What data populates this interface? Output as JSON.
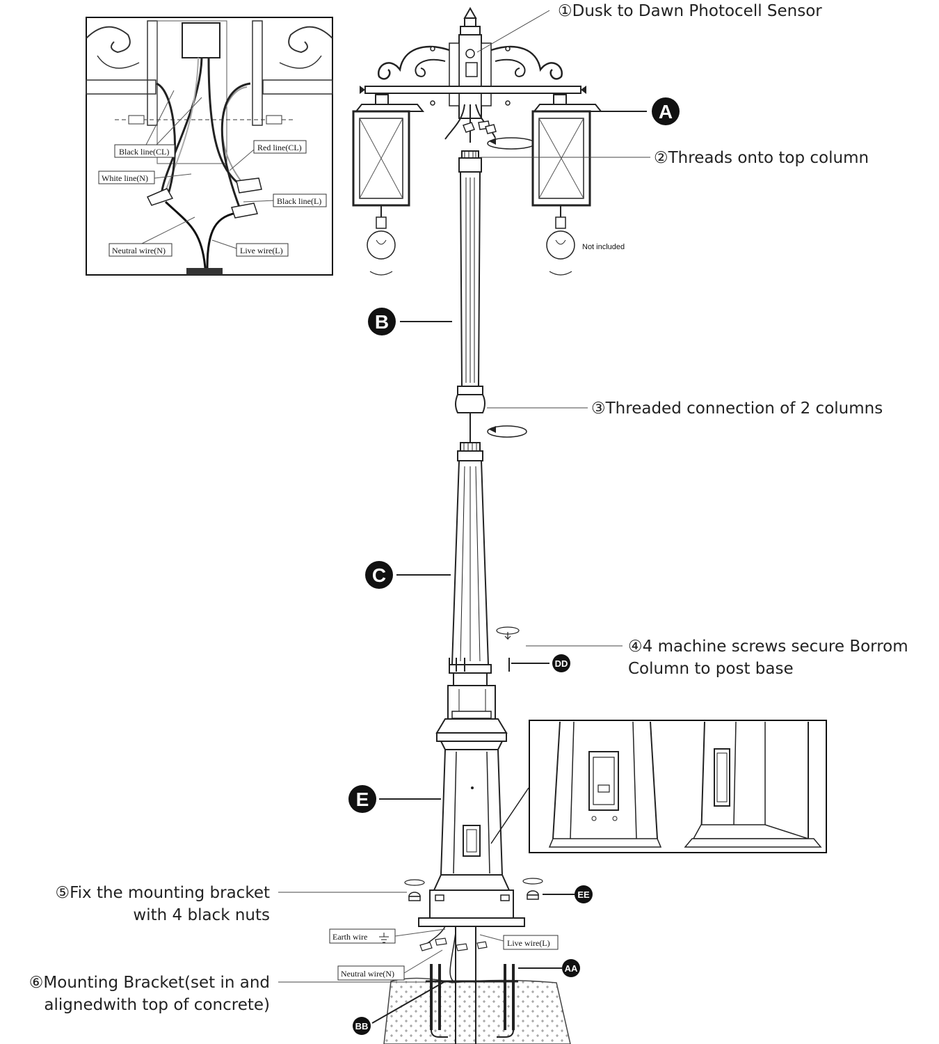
{
  "steps": {
    "s1": "①Dusk to Dawn Photocell Sensor",
    "s2": "②Threads onto top column",
    "s3": "③Threaded connection of 2 columns",
    "s4_line1": "④4 machine screws secure Borrom",
    "s4_line2": "Column to post base",
    "s5_line1": "⑤Fix the mounting bracket",
    "s5_line2": "with 4 black nuts",
    "s6_line1": "⑥Mounting Bracket(set in and",
    "s6_line2": "alignedwith top of concrete)"
  },
  "markers": {
    "a": "A",
    "b": "B",
    "c": "C",
    "e": "E",
    "dd": "DD",
    "ee": "EE",
    "aa": "AA",
    "bb": "BB"
  },
  "wiring_inset": {
    "black_cl": "Black line(CL)",
    "red_cl": "Red line(CL)",
    "white_n": "White line(N)",
    "black_l": "Black line(L)",
    "neutral_n": "Neutral wire(N)",
    "live_l": "Live wire(L)"
  },
  "not_included": "Not included",
  "ground_labels": {
    "earth": "Earth wire",
    "live": "Live wire(L)",
    "neutral": "Neutral wire(N)"
  }
}
